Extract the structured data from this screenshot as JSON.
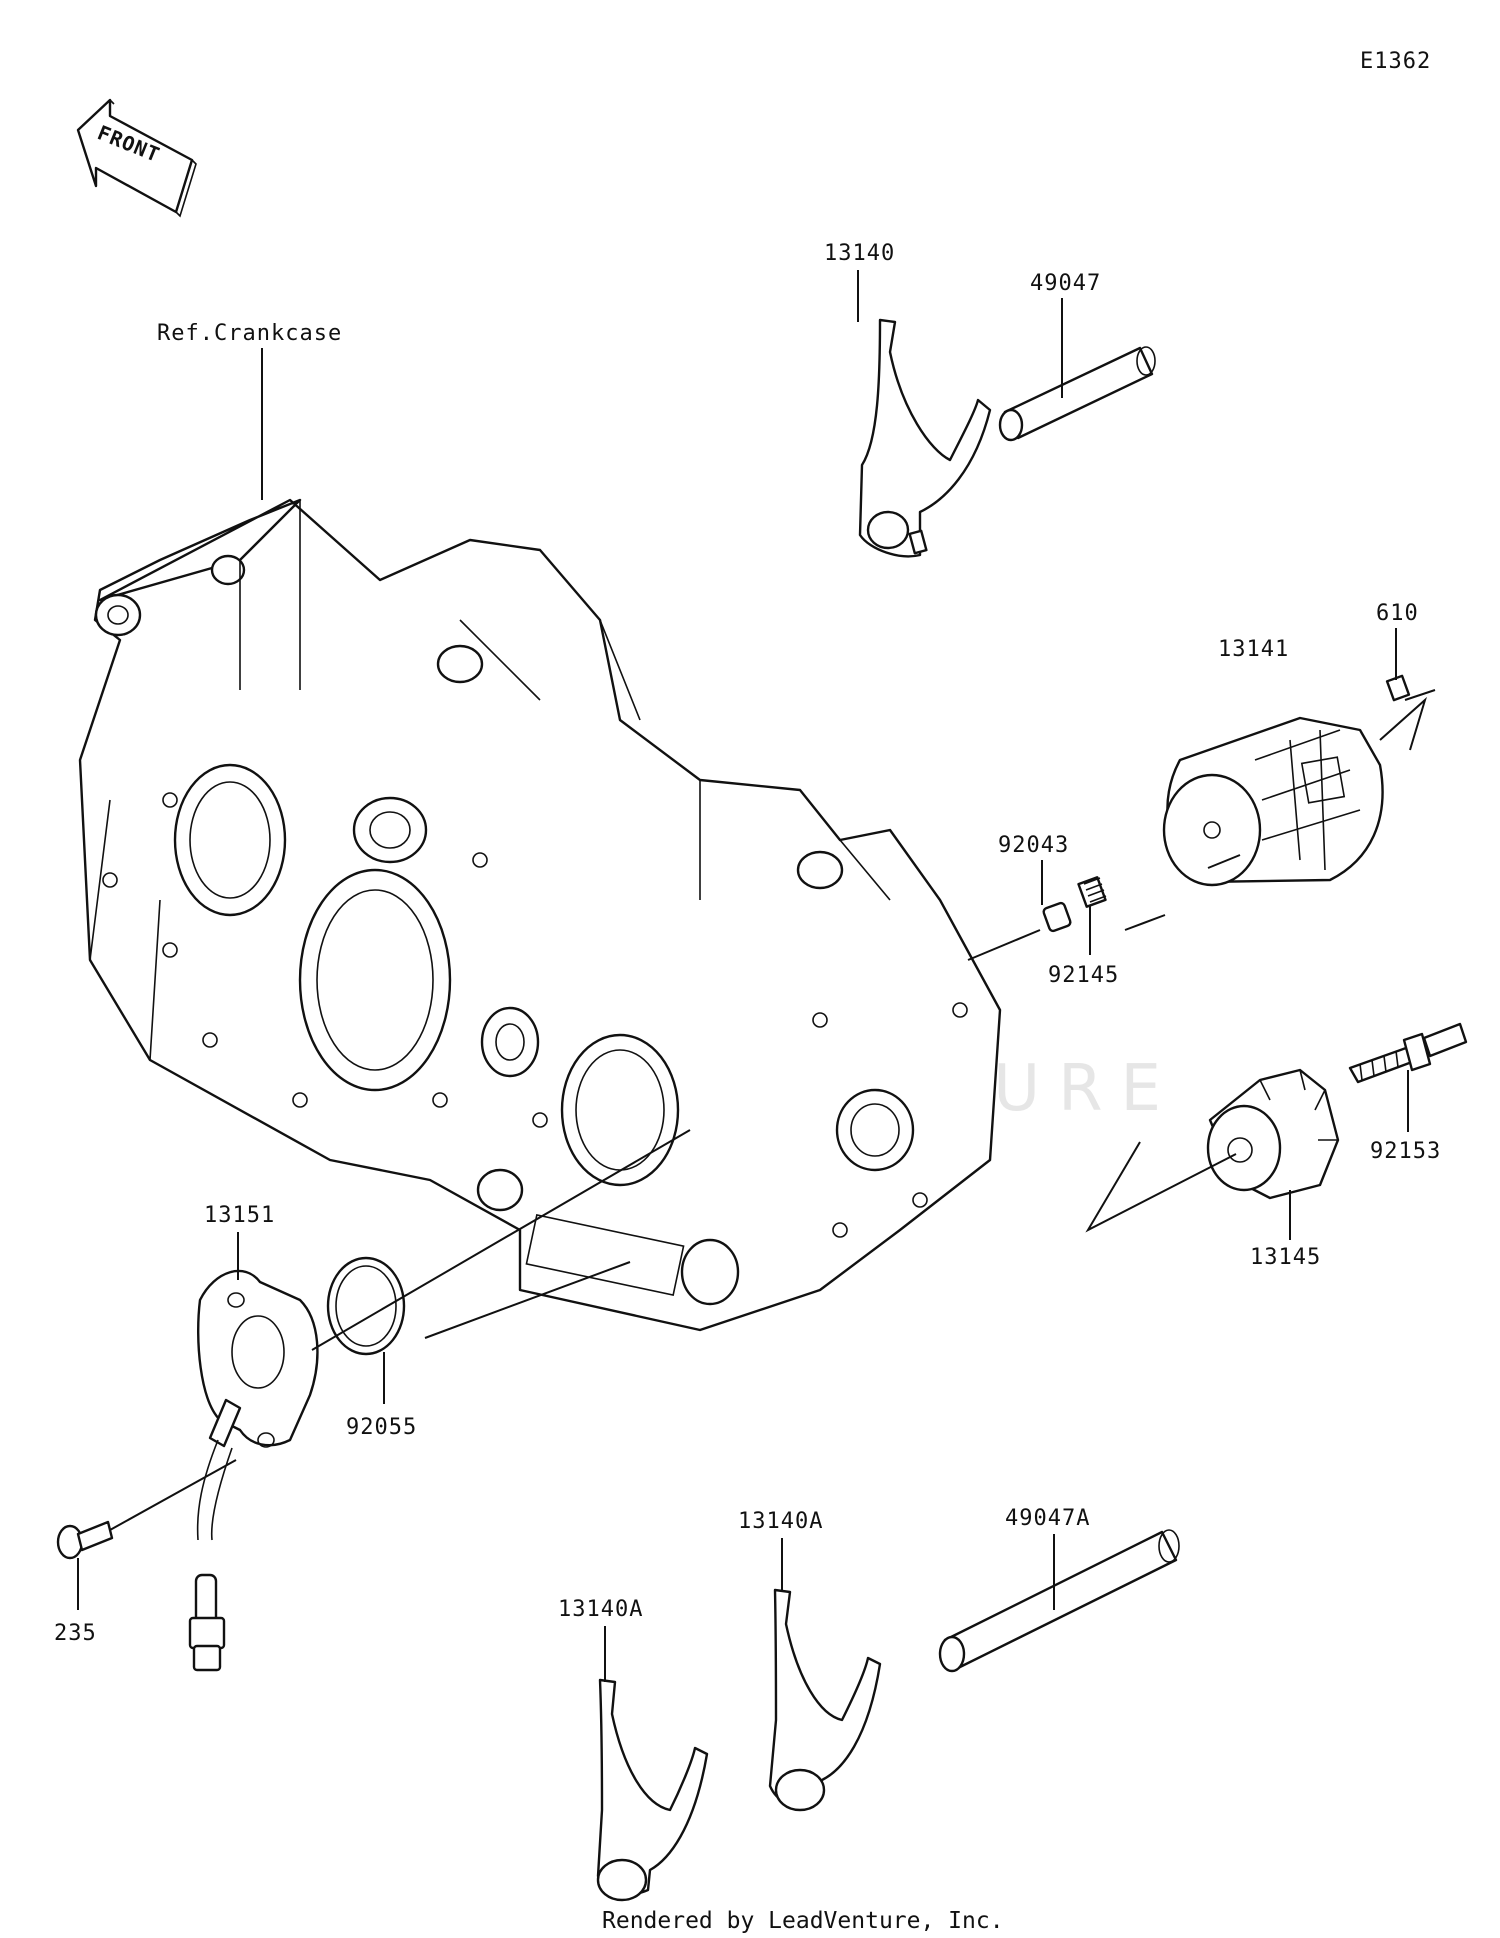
{
  "diagram_id": "E1362",
  "front_label": "FRONT",
  "reference_label": "Ref.Crankcase",
  "watermark": "LEADVENTURE",
  "footer": "Rendered by LeadVenture, Inc.",
  "parts": {
    "p13140": "13140",
    "p49047": "49047",
    "p610": "610",
    "p13141": "13141",
    "p92043": "92043",
    "p92145": "92145",
    "p92153": "92153",
    "p13145": "13145",
    "p13151": "13151",
    "p92055": "92055",
    "p235": "235",
    "p13140A_upper": "13140A",
    "p49047A": "49047A",
    "p13140A_lower": "13140A"
  }
}
